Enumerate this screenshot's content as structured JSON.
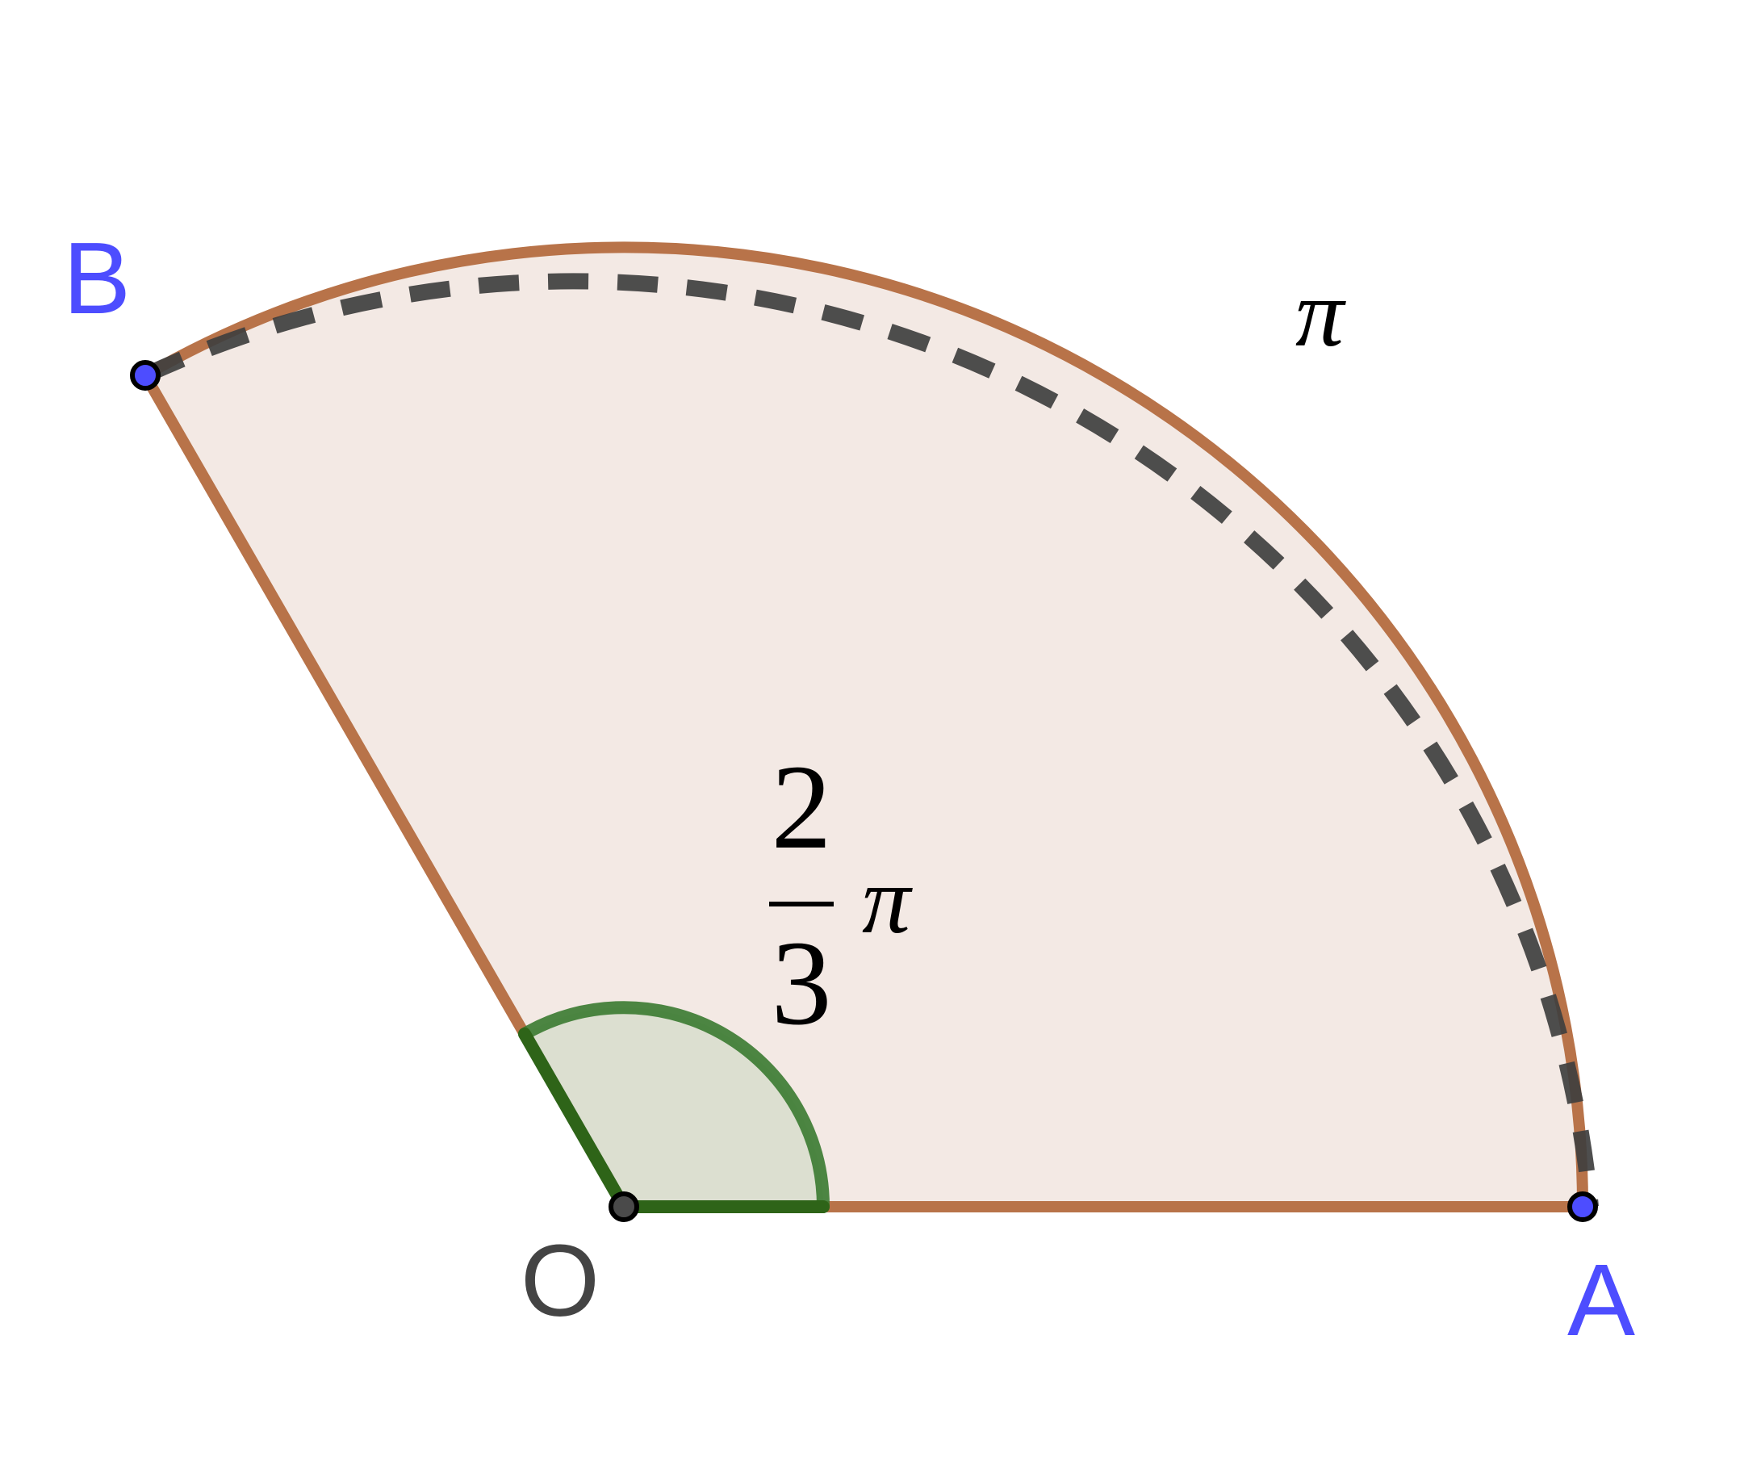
{
  "points": {
    "O": {
      "label": "O"
    },
    "A": {
      "label": "A"
    },
    "B": {
      "label": "B"
    }
  },
  "arc_label": "π",
  "angle_label": {
    "numerator": "2",
    "denominator": "3",
    "symbol": "π"
  },
  "colors": {
    "sector_stroke": "#b87349",
    "sector_fill": "#f3e9e4",
    "angle_stroke": "#3a7a30",
    "angle_fill": "#dcdfd0",
    "dashed_arc": "#4a4a4a",
    "point_blue": "#4d4dff",
    "point_dark": "#4a4a4a",
    "label_blue": "#4d4dff",
    "label_dark": "#444444"
  }
}
